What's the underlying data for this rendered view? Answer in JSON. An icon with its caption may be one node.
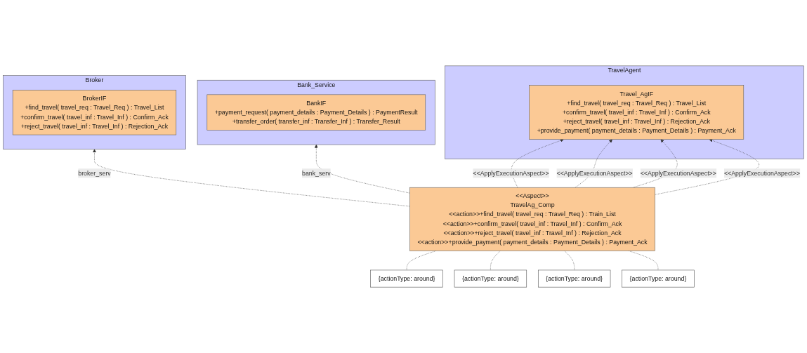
{
  "diagram": {
    "nodes": [
      {
        "text": [
          "TravelAgent"
        ]
      },
      {
        "text": [
          "Travel_AgIF",
          "+find_travel( travel_req : Travel_Req ) : Travel_List",
          "+confirm_travel( travel_inf : Travel_Inf ) : Confirm_Ack",
          "+reject_travel( travel_inf : Travel_Inf ) : Rejection_Ack",
          "+provide_payment( payment_details : Payment_Details ) : Payment_Ack"
        ],
        "in": 0
      },
      {
        "text": [
          "Bank_Service"
        ]
      },
      {
        "text": [
          "BankIF",
          "+payment_request( payment_details : Payment_Details ) : PaymentResult",
          "+transfer_order( transfer_inf : Transfer_Inf ) : Transfer_Result"
        ],
        "in": 2
      },
      {
        "text": [
          "<<Aspect>>",
          "TravelAg_Comp",
          "<<action>>+find_travel( travel_req : Travel_Req ) : Train_List",
          "<<action>>+confirm_travel( travel_inf : Travel_Inf ) : Confirm_Ack",
          "<<action>>+reject_travel( travel_inf : Travel_Inf ) : Rejection_Ack",
          "<<action>>+provide_payment( payment_details : Payment_Details ) : Payment_Ack"
        ]
      },
      {
        "text": [
          "Broker"
        ]
      },
      {
        "text": [
          "BrokerIF",
          "+find_travel( travel_req : Travel_Req ) : Travel_List",
          "+confirm_travel( travel_inf : Travel_Inf ) : Confirm_Ack",
          "+reject_travel( travel_inf : Travel_Inf ) : Rejection_Ack"
        ],
        "in": 5
      },
      {
        "text": [
          "{actionType: around}"
        ]
      },
      {
        "text": [
          "{actionType: around}"
        ]
      },
      {
        "text": [
          "{actionType: around}"
        ]
      },
      {
        "text": [
          "{actionType: around}"
        ]
      }
    ],
    "edges": [
      {
        "from": 4,
        "to": 1,
        "arrow": "to",
        "style": "dashed",
        "label": "<<ApplyExecutionAspect>>"
      },
      {
        "from": 4,
        "to": 1,
        "arrow": "to",
        "style": "dashed",
        "label": "<<ApplyExecutionAspect>>"
      },
      {
        "from": 4,
        "to": 1,
        "arrow": "to",
        "style": "dashed",
        "label": "<<ApplyExecutionAspect>>"
      },
      {
        "from": 4,
        "to": 1,
        "arrow": "to",
        "style": "dashed",
        "label": "<<ApplyExecutionAspect>>"
      },
      {
        "from": 4,
        "to": 2,
        "arrow": "to",
        "style": "dashed",
        "label": "bank_serv"
      },
      {
        "from": 4,
        "to": 5,
        "arrow": "to",
        "style": "dashed",
        "label": "broker_serv"
      },
      {
        "from": 7,
        "to": 4,
        "arrow": "none",
        "style": "dashed"
      },
      {
        "from": 8,
        "to": 4,
        "arrow": "none",
        "style": "dashed"
      },
      {
        "from": 9,
        "to": 4,
        "arrow": "none",
        "style": "dashed"
      },
      {
        "from": 10,
        "to": 4,
        "arrow": "none",
        "style": "dashed"
      }
    ]
  }
}
